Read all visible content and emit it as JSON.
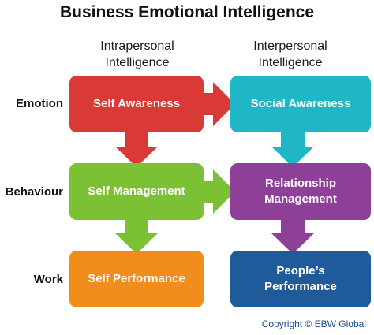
{
  "title": "Business Emotional Intelligence",
  "columns": {
    "left": [
      "Intrapersonal",
      "Intelligence"
    ],
    "right": [
      "Interpersonal",
      "Intelligence"
    ]
  },
  "rows": [
    "Emotion",
    "Behaviour",
    "Work"
  ],
  "boxes": {
    "self_awareness": {
      "label": "Self Awareness",
      "color": "#d93a35"
    },
    "social_awareness": {
      "label": "Social Awareness",
      "color": "#1fb6c8"
    },
    "self_management": {
      "label": "Self Management",
      "color": "#7cc034"
    },
    "relationship_management": {
      "label": [
        "Relationship",
        "Management"
      ],
      "color": "#8e3f98"
    },
    "self_performance": {
      "label": "Self Performance",
      "color": "#f28c1b"
    },
    "peoples_performance": {
      "label": [
        "People’s",
        "Performance"
      ],
      "color": "#1f5a9a"
    }
  },
  "copyright": "Copyright © EBW Global"
}
